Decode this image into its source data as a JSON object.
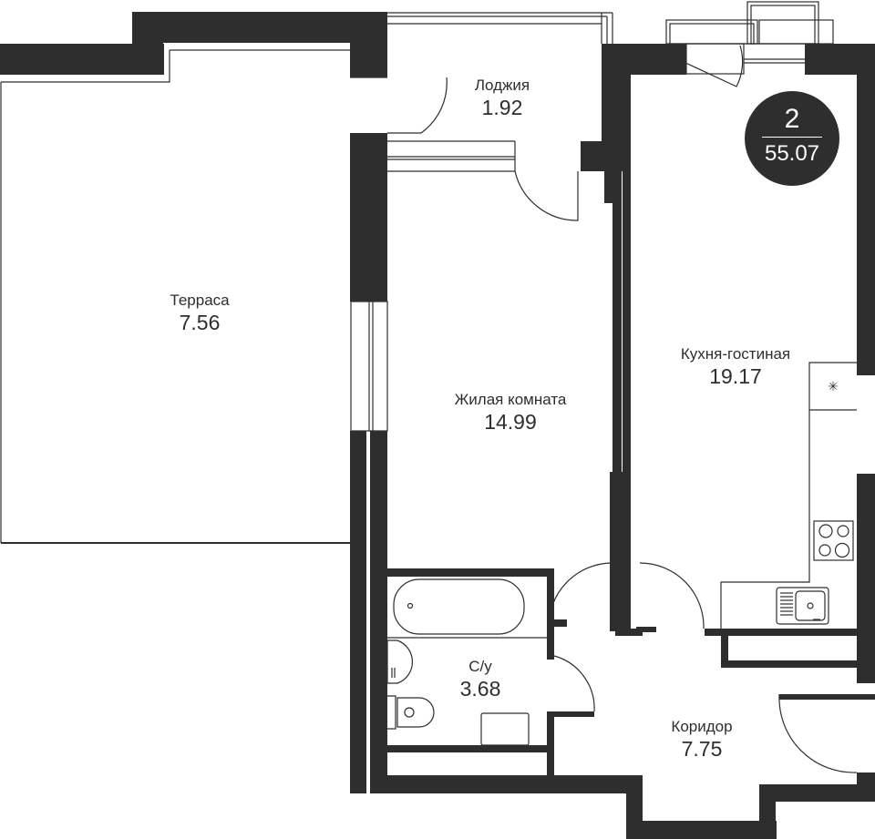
{
  "plan": {
    "title_badge": {
      "rooms": "2",
      "total_area": "55.07"
    },
    "colors": {
      "wall": "#2e2e2e",
      "background": "#ffffff",
      "text": "#2e2e2e",
      "badge_text": "#ffffff"
    },
    "rooms": [
      {
        "id": "terrace",
        "name": "Терраса",
        "area": "7.56"
      },
      {
        "id": "loggia",
        "name": "Лоджия",
        "area": "1.92"
      },
      {
        "id": "living-room",
        "name": "Жилая комната",
        "area": "14.99"
      },
      {
        "id": "kitchen-living",
        "name": "Кухня-гостиная",
        "area": "19.17"
      },
      {
        "id": "bathroom",
        "name": "С/у",
        "area": "3.68"
      },
      {
        "id": "corridor",
        "name": "Коридор",
        "area": "7.75"
      }
    ]
  }
}
